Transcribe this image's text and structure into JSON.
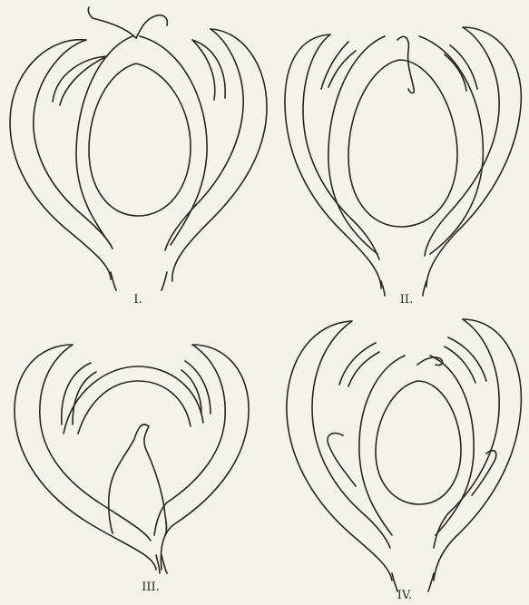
{
  "figures": [
    {
      "id": "fig-1",
      "label": "I."
    },
    {
      "id": "fig-2",
      "label": "II."
    },
    {
      "id": "fig-3",
      "label": "III."
    },
    {
      "id": "fig-4",
      "label": "IV."
    }
  ],
  "colors": {
    "paper": "#f4f2ec",
    "ink": "#2a2623"
  }
}
